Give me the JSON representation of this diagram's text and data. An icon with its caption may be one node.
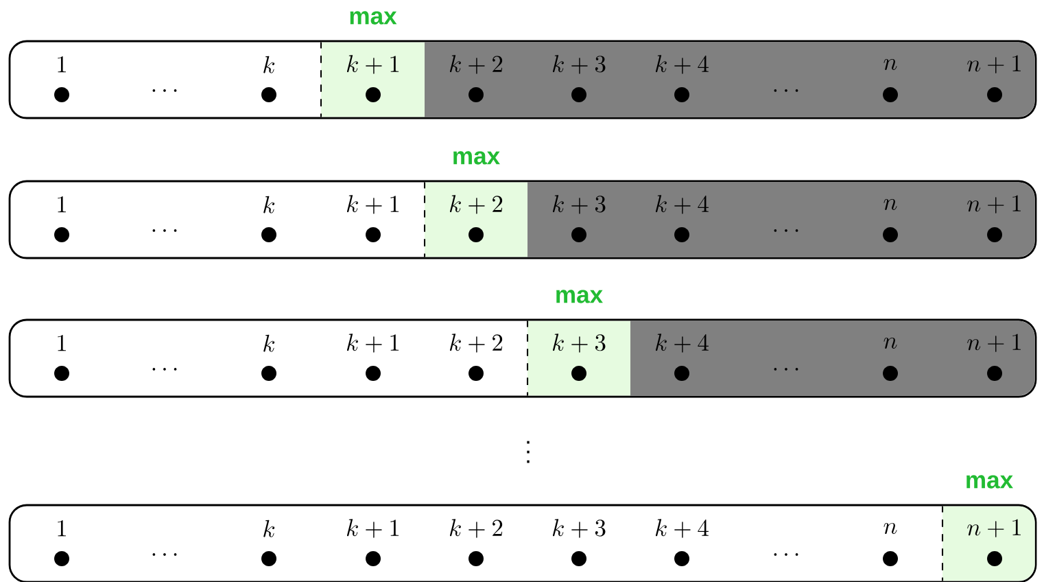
{
  "diagram": {
    "nodes": [
      {
        "text": [
          "1",
          "\\dots",
          "k"
        ]
      },
      {
        "text": [
          "k+1"
        ],
        "in": 0,
        "beside": [
          "max"
        ]
      },
      {
        "text": [
          "k+2",
          "k+3",
          "k+4",
          "\\dots",
          "n",
          "n+1"
        ],
        "in": 0
      },
      {
        "text": [
          "1",
          "\\dots",
          "k",
          "k+1"
        ]
      },
      {
        "text": [
          "k+2"
        ],
        "in": 3,
        "beside": [
          "max"
        ]
      },
      {
        "text": [
          "k+3",
          "k+4",
          "\\dots",
          "n",
          "n+1"
        ],
        "in": 3
      },
      {
        "text": [
          "1",
          "\\dots",
          "k",
          "k+1",
          "k+2"
        ]
      },
      {
        "text": [
          "k+3"
        ],
        "in": 6,
        "beside": [
          "max"
        ]
      },
      {
        "text": [
          "k+4",
          "\\dots",
          "n",
          "n+1"
        ],
        "in": 6
      },
      {
        "text": [
          "1",
          "\\dots",
          "k",
          "k+1",
          "k+2",
          "k+3",
          "k+4",
          "\\dots",
          "n"
        ]
      },
      {
        "text": [
          "n+1"
        ],
        "in": 9,
        "beside": [
          "max"
        ]
      }
    ],
    "labels": [
      "\\vdots"
    ]
  }
}
